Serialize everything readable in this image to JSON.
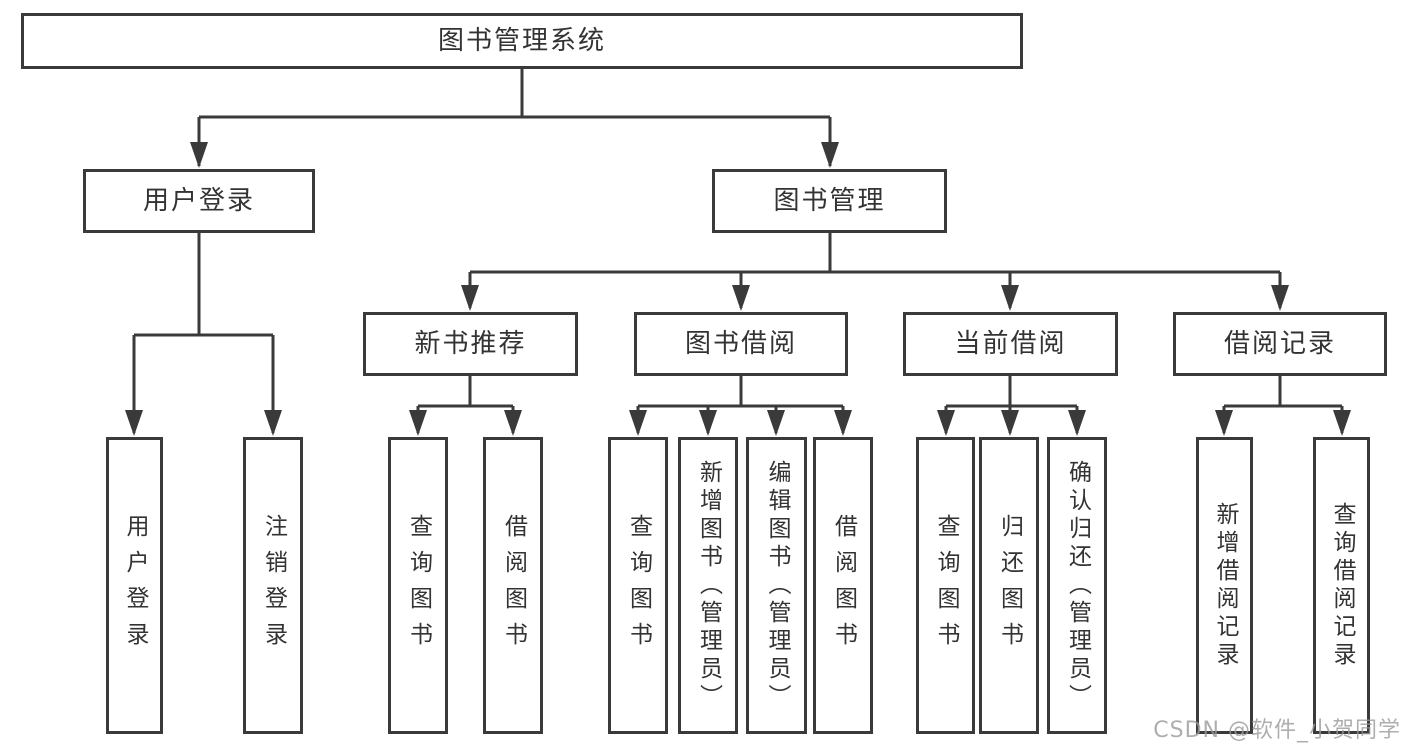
{
  "diagram": {
    "root": {
      "label": "图书管理系统"
    },
    "level2": [
      {
        "label": "用户登录"
      },
      {
        "label": "图书管理"
      }
    ],
    "level3": [
      {
        "label": "新书推荐"
      },
      {
        "label": "图书借阅"
      },
      {
        "label": "当前借阅"
      },
      {
        "label": "借阅记录"
      }
    ],
    "leaves": [
      {
        "label": "用户登录"
      },
      {
        "label": "注销登录"
      },
      {
        "label": "查询图书"
      },
      {
        "label": "借阅图书"
      },
      {
        "label": "查询图书"
      },
      {
        "label": "新增图书（管理员）"
      },
      {
        "label": "编辑图书（管理员）"
      },
      {
        "label": "借阅图书"
      },
      {
        "label": "查询图书"
      },
      {
        "label": "归还图书"
      },
      {
        "label": "确认归还（管理员）"
      },
      {
        "label": "新增借阅记录"
      },
      {
        "label": "查询借阅记录"
      }
    ]
  },
  "watermark": {
    "text": "CSDN @软件_小贺同学"
  },
  "colors": {
    "line": "#3a3a3a",
    "text": "#333333",
    "box_background": "#ffffff",
    "watermark": "#9a9a9a"
  }
}
